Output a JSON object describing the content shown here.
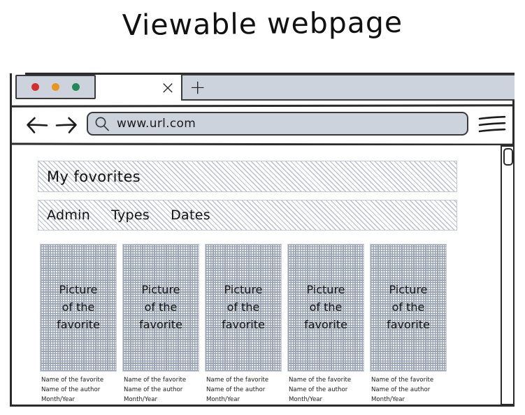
{
  "page": {
    "title": "Viewable webpage"
  },
  "browser": {
    "tab_bar": {
      "traffic_lights": [
        {
          "name": "close-dot",
          "color": "#d22e2e"
        },
        {
          "name": "minimize-dot",
          "color": "#e8961c"
        },
        {
          "name": "maximize-dot",
          "color": "#1f8a57"
        }
      ],
      "close_tab_glyph": "×",
      "new_tab_glyph": "+"
    },
    "toolbar": {
      "back_icon": "arrow-left-icon",
      "forward_icon": "arrow-right-icon",
      "search_icon": "search-icon",
      "url_value": "www.url.com",
      "url_placeholder": "www.url.com",
      "menu_icon": "hamburger-menu-icon"
    },
    "scrollbar": {
      "icon": "vertical-scrollbar",
      "thumb_position": "top"
    }
  },
  "website": {
    "header": {
      "title": "My fovorites"
    },
    "nav": {
      "items": [
        {
          "label": "Admin"
        },
        {
          "label": "Types"
        },
        {
          "label": "Dates"
        }
      ]
    },
    "cards": [
      {
        "thumb_lines": [
          "Picture",
          "of the",
          "favorite"
        ],
        "caption_lines": [
          "Name of the favorite",
          "Name of the author",
          "Month/Year"
        ]
      },
      {
        "thumb_lines": [
          "Picture",
          "of the",
          "favorite"
        ],
        "caption_lines": [
          "Name of the favorite",
          "Name of the author",
          "Month/Year"
        ]
      },
      {
        "thumb_lines": [
          "Picture",
          "of the",
          "favorite"
        ],
        "caption_lines": [
          "Name of the favorite",
          "Name of the author",
          "Month/Year"
        ]
      },
      {
        "thumb_lines": [
          "Picture",
          "of the",
          "favorite"
        ],
        "caption_lines": [
          "Name of the favorite",
          "Name of the author",
          "Month/Year"
        ]
      },
      {
        "thumb_lines": [
          "Picture",
          "of the",
          "favorite"
        ],
        "caption_lines": [
          "Name of the favorite",
          "Name of the author",
          "Month/Year"
        ]
      }
    ]
  },
  "colors": {
    "chrome_fill": "#ccd3dd",
    "ink": "#2b2b2b",
    "hatch": "#9aa4b4"
  }
}
